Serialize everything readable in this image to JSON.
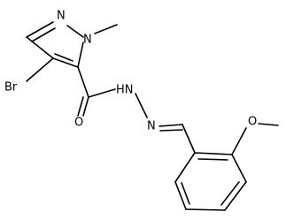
{
  "structure": {
    "atoms": {
      "n_ring": "N",
      "n_methyl": "N",
      "methyl": "",
      "br": "Br",
      "carbonyl_o": "O",
      "hydrazide_nh": "HN",
      "imine_n": "N",
      "methoxy_o": "O"
    }
  },
  "colors": {
    "bond": "#000000",
    "text": "#000000"
  }
}
